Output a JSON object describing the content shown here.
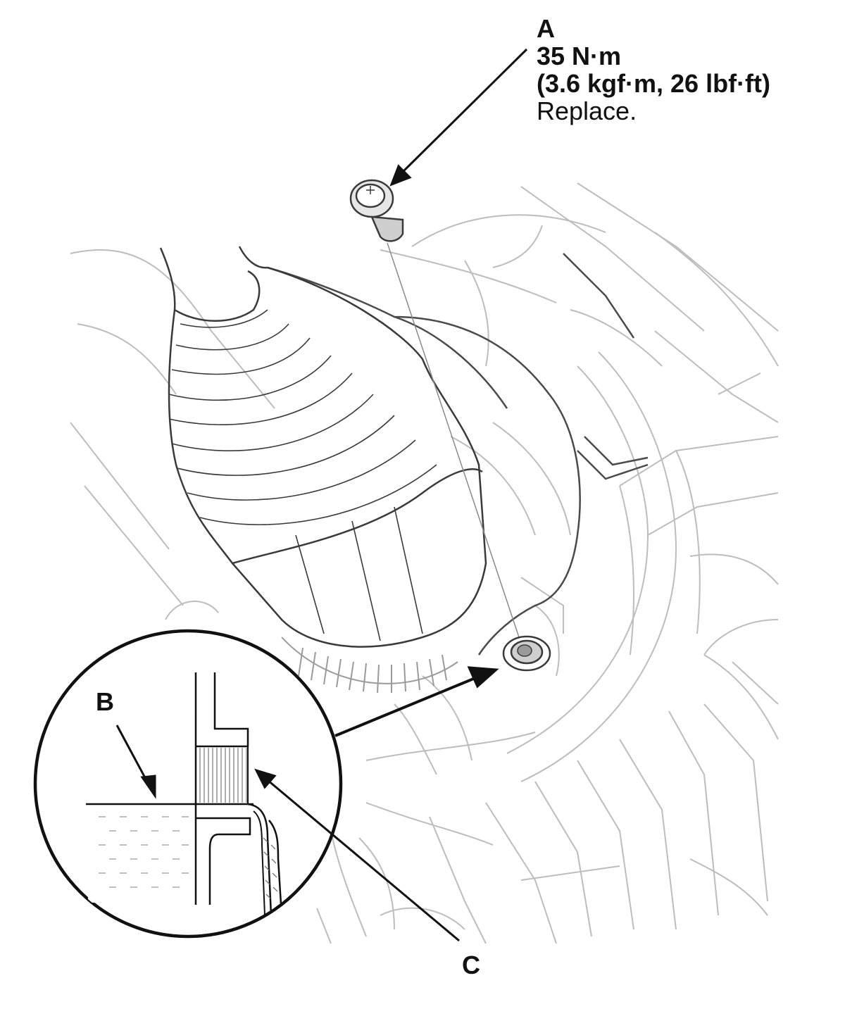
{
  "labels": {
    "a": {
      "letter": "A",
      "torque_nm": "35 N·m",
      "torque_alt": "(3.6 kgf·m, 26 lbf·ft)",
      "note": "Replace."
    },
    "b": "B",
    "c": "C"
  },
  "colors": {
    "ink": "#111111",
    "faint_line": "#b8b8b8",
    "medium_line": "#777777",
    "background": "#ffffff"
  }
}
